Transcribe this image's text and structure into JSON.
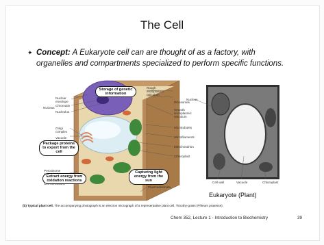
{
  "slide": {
    "title": "The Cell",
    "bullet": {
      "lead": "Concept:",
      "text": "A Eukaryote cell can are thought of as a factory, with organelles and compartments specialized to perform specific functions."
    },
    "labels": {
      "nuclear_envelope": "Nuclear envelope",
      "chromatin": "Chromatin",
      "nucleolus": "Nucleolus",
      "nucleus_left": "Nucleus",
      "golgi": "Golgi complex",
      "vacuole_left": "Vacuole",
      "peroxisome": "Peroxisome (microbody)",
      "cell_wall_left": "Cell wall",
      "cell_membrane": "Cell membrane",
      "rough_er": "Rough endoplasmic reticulum",
      "ribosomes": "Ribosomes",
      "smooth_er": "Smooth endoplasmic reticulum",
      "microtubules": "Microtubules",
      "microfilaments": "Microfilaments",
      "mitochondrion": "Mitochondrion",
      "chloroplast_right": "Chloroplast",
      "plasmodesmata": "Plasmodesmata",
      "nucleus_micrograph": "Nucleus",
      "cell_wall_micrograph": "Cell wall",
      "vacuole_micrograph": "Vacuole",
      "chloroplast_micrograph": "Chloroplast"
    },
    "callouts": {
      "storage": "Storage of genetic information",
      "package": "Package proteins to export from the cell",
      "extract": "Extract energy from oxidation reactions",
      "capture": "Capturing light energy from the sun"
    },
    "figure_title": "Eukaryote (Plant)",
    "caption": {
      "bold": "(b) Typical plant cell.",
      "text": "The accompanying photograph is an electron micrograph of a representative plant cell, Timothy-grass (Phleum pratense)."
    },
    "footer": "Chem 352, Lecture 1 - Introduction to Biochemistry",
    "page_number": "39",
    "colors": {
      "cell_wall": "#b8895a",
      "cytoplasm": "#e6d3a8",
      "nucleus": "#7a5fb8",
      "vacuole": "#d9ecf3",
      "chloroplast": "#3f8a3a",
      "mitochondrion": "#d06a3a",
      "golgi": "#e08a62"
    }
  }
}
